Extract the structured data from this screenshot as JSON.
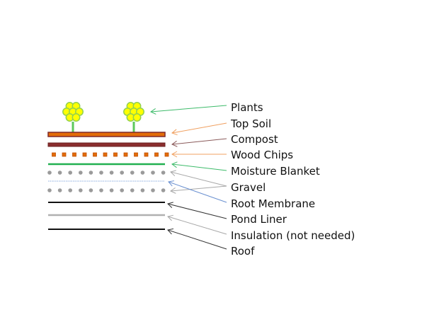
{
  "title": "Green roof layer diagram",
  "labels": [
    {
      "id": "plants",
      "text": "Plants",
      "arrow_color": "#3dbb6a"
    },
    {
      "id": "top-soil",
      "text": "Top Soil",
      "arrow_color": "#f0a060"
    },
    {
      "id": "compost",
      "text": "Compost",
      "arrow_color": "#8a5a5a"
    },
    {
      "id": "wood-chips",
      "text": "Wood Chips",
      "arrow_color": "#f0a060"
    },
    {
      "id": "moisture-blanket",
      "text": "Moisture Blanket",
      "arrow_color": "#3dbb6a"
    },
    {
      "id": "gravel",
      "text": "Gravel",
      "arrow_color": "#a8a8a8"
    },
    {
      "id": "root-membrane",
      "text": "Root Membrane",
      "arrow_color": "#6a90d0"
    },
    {
      "id": "pond-liner",
      "text": "Pond Liner",
      "arrow_color": "#333333"
    },
    {
      "id": "insulation",
      "text": "Insulation (not needed)",
      "arrow_color": "#a8a8a8"
    },
    {
      "id": "roof",
      "text": "Roof",
      "arrow_color": "#333333"
    }
  ],
  "colors": {
    "plant_flower": "#ffff00",
    "plant_outline": "#92d050",
    "plant_stem": "#5cc85c",
    "top_soil_fill": "#e36c09",
    "top_soil_border": "#7f2a2a",
    "compost_fill": "#8b2e2e",
    "wood_chip": "#e36c09",
    "moisture_blanket": "#22b050",
    "gravel": "#9a9a9a",
    "root_membrane": "#8fb0e0",
    "pond_liner": "#111111",
    "insulation": "#b0b0b0",
    "roof": "#111111"
  }
}
